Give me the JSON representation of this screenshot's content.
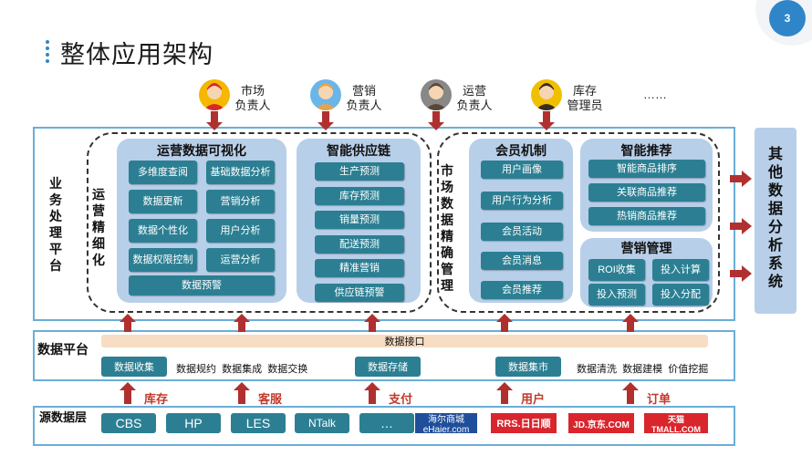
{
  "page": {
    "number": "3",
    "title": "整体应用架构"
  },
  "roles": [
    {
      "label": "市场\n负责人"
    },
    {
      "label": "营销\n负责人"
    },
    {
      "label": "运营\n负责人"
    },
    {
      "label": "库存\n管理员"
    },
    {
      "label": "……"
    }
  ],
  "business": {
    "label": "业务处理平台",
    "ops_label": "运营精细化",
    "market_label": "市场数据精确管理",
    "viz": {
      "title": "运营数据可视化",
      "items": [
        "多维度查阅",
        "基础数据分析",
        "数据更新",
        "营销分析",
        "数据个性化",
        "用户分析",
        "数据权限控制",
        "运营分析"
      ],
      "bottom": "数据预警"
    },
    "supply": {
      "title": "智能供应链",
      "items": [
        "生产预测",
        "库存预测",
        "销量预测",
        "配送预测",
        "精准营销",
        "供应链预警"
      ]
    },
    "member": {
      "title": "会员机制",
      "items": [
        "用户画像",
        "用户行为分析",
        "会员活动",
        "会员消息",
        "会员推荐"
      ]
    },
    "recommend": {
      "title": "智能推荐",
      "items": [
        "智能商品排序",
        "关联商品推荐",
        "热销商品推荐"
      ]
    },
    "marketing": {
      "title": "营销管理",
      "items": [
        "ROI收集",
        "投入计算",
        "投入预测",
        "投入分配"
      ]
    }
  },
  "other": {
    "label": "其他数据分析系统"
  },
  "platform": {
    "label": "数据平台",
    "interface": "数据接口",
    "collect": "数据收集",
    "texts_a": [
      "数据规约",
      "数据集成",
      "数据交换"
    ],
    "store": "数据存储",
    "mart": "数据集市",
    "texts_b": [
      "数据清洗",
      "数据建模",
      "价值挖掘"
    ]
  },
  "source": {
    "label": "源数据层",
    "arrow_labels": [
      "库存",
      "客服",
      "支付",
      "用户",
      "订单"
    ],
    "items": [
      "CBS",
      "HP",
      "LES",
      "NTalk",
      "…"
    ],
    "logos": [
      "海尔商城 eHaier.com",
      "RRS.日日顺",
      "JD.京东.COM",
      "天猫 TMALL.COM"
    ]
  },
  "colors": {
    "accent": "#2e86c9",
    "button": "#2c7f93",
    "panel": "#b8cfe9",
    "arrow": "#b03030"
  }
}
